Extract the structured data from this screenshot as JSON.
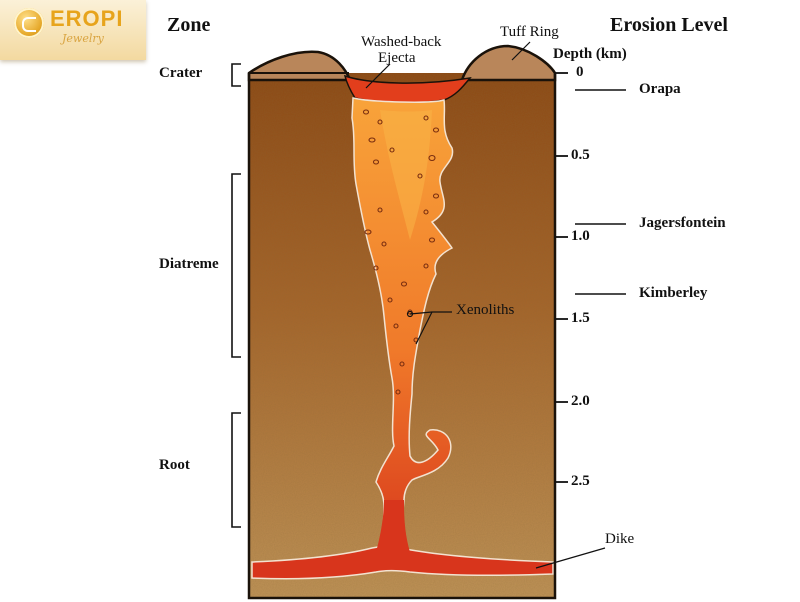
{
  "logo": {
    "name": "EROPI",
    "sub": "Jewelry"
  },
  "headers": {
    "zone": "Zone",
    "erosion": "Erosion Level",
    "depth_unit": "Depth (km)"
  },
  "zones": [
    "Crater",
    "Diatreme",
    "Root"
  ],
  "annotations": {
    "washed_back_line1": "Washed-back",
    "washed_back_line2": "Ejecta",
    "tuff_ring": "Tuff Ring",
    "xenoliths": "Xenoliths",
    "dike": "Dike"
  },
  "depth_ticks": [
    "0",
    "0.5",
    "1.0",
    "1.5",
    "2.0",
    "2.5"
  ],
  "erosion_sites": [
    "Orapa",
    "Jagersfontein",
    "Kimberley"
  ],
  "colors": {
    "rock_top": "#8f4a15",
    "rock_bottom": "#bf9155",
    "magma_core": "#f7a23a",
    "magma_edge": "#e2421d",
    "tuff": "#b07a4a"
  }
}
